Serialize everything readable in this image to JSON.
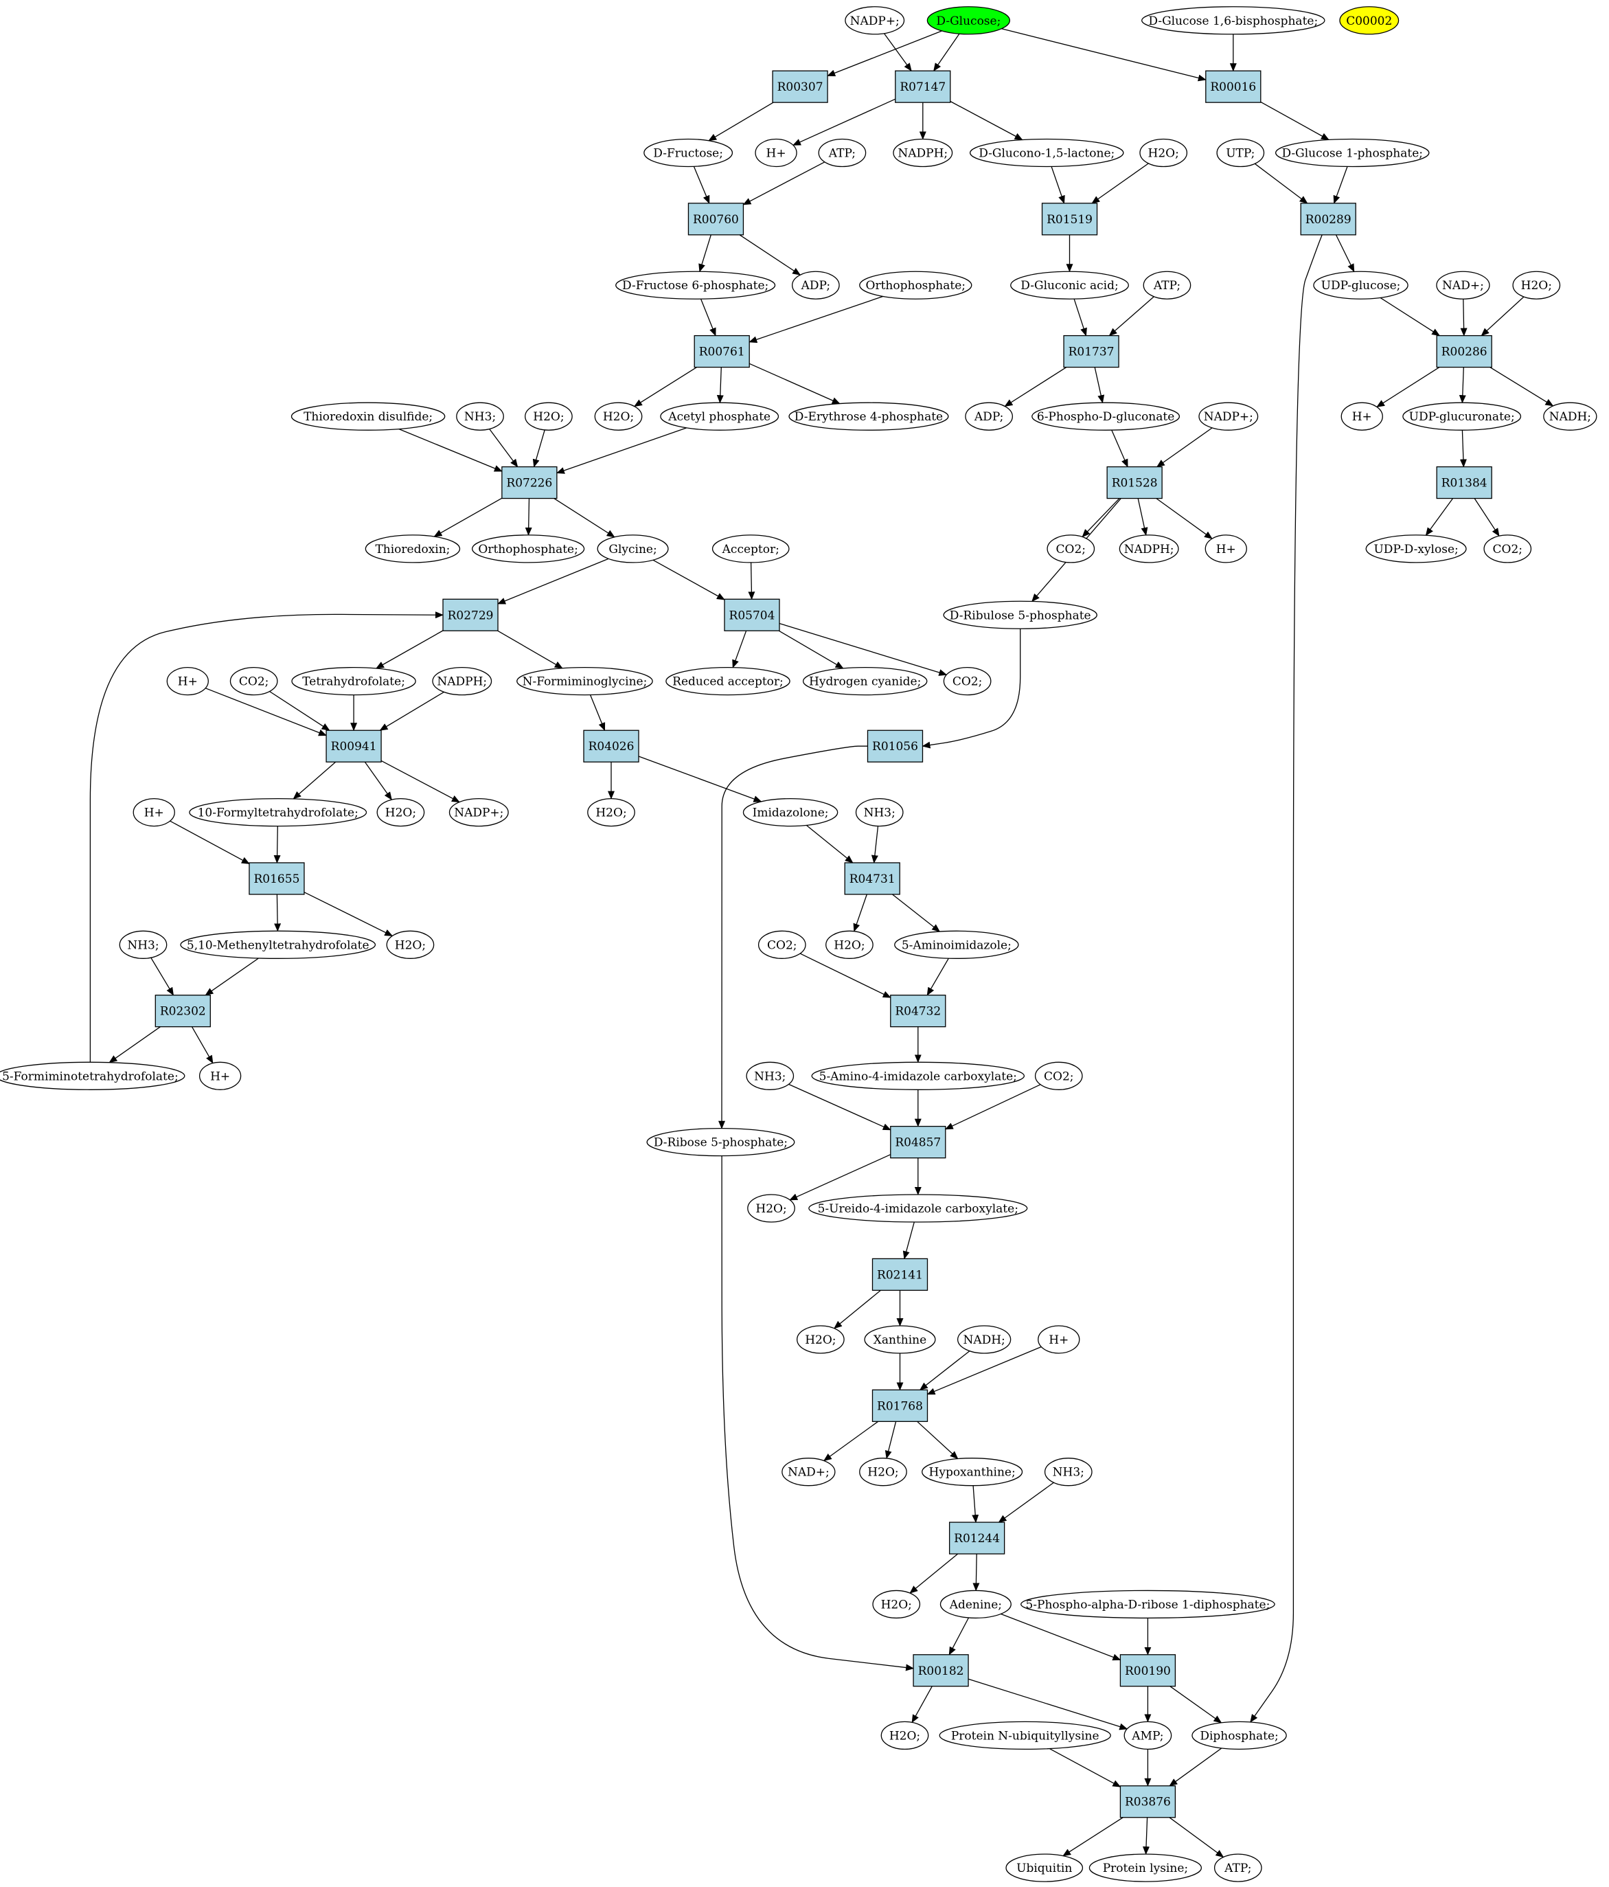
{
  "colors": {
    "reaction_fill": "#add8e6",
    "compound_fill": "#ffffff",
    "start_fill": "#00ff00",
    "query_fill": "#ffff00",
    "stroke": "#000000"
  },
  "reactions": [
    {
      "id": "R00307",
      "label": "R00307"
    },
    {
      "id": "R07147",
      "label": "R07147"
    },
    {
      "id": "R00016",
      "label": "R00016"
    },
    {
      "id": "R00760",
      "label": "R00760"
    },
    {
      "id": "R01519",
      "label": "R01519"
    },
    {
      "id": "R00289",
      "label": "R00289"
    },
    {
      "id": "R00761",
      "label": "R00761"
    },
    {
      "id": "R01737",
      "label": "R01737"
    },
    {
      "id": "R00286",
      "label": "R00286"
    },
    {
      "id": "R07226",
      "label": "R07226"
    },
    {
      "id": "R01528",
      "label": "R01528"
    },
    {
      "id": "R01384",
      "label": "R01384"
    },
    {
      "id": "R02729",
      "label": "R02729"
    },
    {
      "id": "R05704",
      "label": "R05704"
    },
    {
      "id": "R00941",
      "label": "R00941"
    },
    {
      "id": "R04026",
      "label": "R04026"
    },
    {
      "id": "R01056",
      "label": "R01056"
    },
    {
      "id": "R01655",
      "label": "R01655"
    },
    {
      "id": "R04731",
      "label": "R04731"
    },
    {
      "id": "R02302",
      "label": "R02302"
    },
    {
      "id": "R04732",
      "label": "R04732"
    },
    {
      "id": "R04857",
      "label": "R04857"
    },
    {
      "id": "R02141",
      "label": "R02141"
    },
    {
      "id": "R01768",
      "label": "R01768"
    },
    {
      "id": "R01244",
      "label": "R01244"
    },
    {
      "id": "R00182",
      "label": "R00182"
    },
    {
      "id": "R00190",
      "label": "R00190"
    },
    {
      "id": "R03876",
      "label": "R03876"
    }
  ],
  "compounds": [
    {
      "id": "nadp_top",
      "label": "NADP+;"
    },
    {
      "id": "dglucose",
      "label": "D-Glucose;",
      "style": "start"
    },
    {
      "id": "dglc16bp",
      "label": "D-Glucose 1,6-bisphosphate;"
    },
    {
      "id": "c00002",
      "label": "C00002",
      "style": "query"
    },
    {
      "id": "dfructose",
      "label": "D-Fructose;"
    },
    {
      "id": "h_a",
      "label": "H+"
    },
    {
      "id": "atp_a",
      "label": "ATP;"
    },
    {
      "id": "nadph_a",
      "label": "NADPH;"
    },
    {
      "id": "glucono",
      "label": "D-Glucono-1,5-lactone;"
    },
    {
      "id": "h2o_a",
      "label": "H2O;"
    },
    {
      "id": "utp",
      "label": "UTP;"
    },
    {
      "id": "glc1p",
      "label": "D-Glucose 1-phosphate;"
    },
    {
      "id": "fru6p",
      "label": "D-Fructose 6-phosphate;"
    },
    {
      "id": "adp_a",
      "label": "ADP;"
    },
    {
      "id": "ortho_a",
      "label": "Orthophosphate;"
    },
    {
      "id": "gluconic",
      "label": "D-Gluconic acid;"
    },
    {
      "id": "atp_b",
      "label": "ATP;"
    },
    {
      "id": "udpglc",
      "label": "UDP-glucose;"
    },
    {
      "id": "nad_a",
      "label": "NAD+;"
    },
    {
      "id": "h2o_b",
      "label": "H2O;"
    },
    {
      "id": "trxss",
      "label": "Thioredoxin disulfide;"
    },
    {
      "id": "nh3_a",
      "label": "NH3;"
    },
    {
      "id": "h2o_c",
      "label": "H2O;"
    },
    {
      "id": "h2o_d",
      "label": "H2O;"
    },
    {
      "id": "acetylp",
      "label": "Acetyl phosphate"
    },
    {
      "id": "ery4p",
      "label": "D-Erythrose 4-phosphate"
    },
    {
      "id": "adp_b",
      "label": "ADP;"
    },
    {
      "id": "pgluconate",
      "label": "6-Phospho-D-gluconate"
    },
    {
      "id": "nadp_b",
      "label": "NADP+;"
    },
    {
      "id": "h_b",
      "label": "H+"
    },
    {
      "id": "udpglcua",
      "label": "UDP-glucuronate;"
    },
    {
      "id": "nadh_a",
      "label": "NADH;"
    },
    {
      "id": "trx",
      "label": "Thioredoxin;"
    },
    {
      "id": "ortho_b",
      "label": "Orthophosphate;"
    },
    {
      "id": "glycine",
      "label": "Glycine;"
    },
    {
      "id": "acceptor",
      "label": "Acceptor;"
    },
    {
      "id": "co2_a",
      "label": "CO2;"
    },
    {
      "id": "nadph_b",
      "label": "NADPH;"
    },
    {
      "id": "h_c",
      "label": "H+"
    },
    {
      "id": "udpxyl",
      "label": "UDP-D-xylose;"
    },
    {
      "id": "co2_b",
      "label": "CO2;"
    },
    {
      "id": "ru5p",
      "label": "D-Ribulose 5-phosphate"
    },
    {
      "id": "h_d",
      "label": "H+"
    },
    {
      "id": "co2_c",
      "label": "CO2;"
    },
    {
      "id": "thf",
      "label": "Tetrahydrofolate;"
    },
    {
      "id": "nadph_c",
      "label": "NADPH;"
    },
    {
      "id": "nformgly",
      "label": "N-Formiminoglycine;"
    },
    {
      "id": "redacc",
      "label": "Reduced acceptor;"
    },
    {
      "id": "hcn",
      "label": "Hydrogen cyanide;"
    },
    {
      "id": "co2_d",
      "label": "CO2;"
    },
    {
      "id": "h_e",
      "label": "H+"
    },
    {
      "id": "formylthf",
      "label": "10-Formyltetrahydrofolate;"
    },
    {
      "id": "h2o_e",
      "label": "H2O;"
    },
    {
      "id": "nadp_c",
      "label": "NADP+;"
    },
    {
      "id": "h2o_f",
      "label": "H2O;"
    },
    {
      "id": "imidazolone",
      "label": "Imidazolone;"
    },
    {
      "id": "nh3_b",
      "label": "NH3;"
    },
    {
      "id": "methenylthf",
      "label": "5,10-Methenyltetrahydrofolate"
    },
    {
      "id": "h2o_g",
      "label": "H2O;"
    },
    {
      "id": "h2o_h",
      "label": "H2O;"
    },
    {
      "id": "aminoimid",
      "label": "5-Aminoimidazole;"
    },
    {
      "id": "nh3_c",
      "label": "NH3;"
    },
    {
      "id": "co2_e",
      "label": "CO2;"
    },
    {
      "id": "formiminothf",
      "label": "5-Formiminotetrahydrofolate;"
    },
    {
      "id": "h_f",
      "label": "H+"
    },
    {
      "id": "aicarb",
      "label": "5-Amino-4-imidazole carboxylate;"
    },
    {
      "id": "nh3_d",
      "label": "NH3;"
    },
    {
      "id": "co2_f",
      "label": "CO2;"
    },
    {
      "id": "r5p",
      "label": "D-Ribose 5-phosphate;"
    },
    {
      "id": "h2o_i",
      "label": "H2O;"
    },
    {
      "id": "ureido",
      "label": "5-Ureido-4-imidazole carboxylate;"
    },
    {
      "id": "h2o_j",
      "label": "H2O;"
    },
    {
      "id": "xanthine",
      "label": "Xanthine"
    },
    {
      "id": "nadh_b",
      "label": "NADH;"
    },
    {
      "id": "h_g",
      "label": "H+"
    },
    {
      "id": "nad_b",
      "label": "NAD+;"
    },
    {
      "id": "h2o_k",
      "label": "H2O;"
    },
    {
      "id": "hypoxanthine",
      "label": "Hypoxanthine;"
    },
    {
      "id": "nh3_e",
      "label": "NH3;"
    },
    {
      "id": "h2o_l",
      "label": "H2O;"
    },
    {
      "id": "adenine",
      "label": "Adenine;"
    },
    {
      "id": "prpp",
      "label": "5-Phospho-alpha-D-ribose 1-diphosphate;"
    },
    {
      "id": "h2o_m",
      "label": "H2O;"
    },
    {
      "id": "protubq",
      "label": "Protein N-ubiquityllysine"
    },
    {
      "id": "amp",
      "label": "AMP;"
    },
    {
      "id": "diphosphate",
      "label": "Diphosphate;"
    },
    {
      "id": "ubiquitin",
      "label": "Ubiquitin"
    },
    {
      "id": "protlys",
      "label": "Protein lysine;"
    },
    {
      "id": "atp_c",
      "label": "ATP;"
    }
  ],
  "edges": [
    [
      "dglucose",
      "R00307"
    ],
    [
      "dglucose",
      "R07147"
    ],
    [
      "nadp_top",
      "R07147"
    ],
    [
      "dglucose",
      "R00016"
    ],
    [
      "dglc16bp",
      "R00016"
    ],
    [
      "R00307",
      "dfructose"
    ],
    [
      "R07147",
      "h_a"
    ],
    [
      "R07147",
      "nadph_a"
    ],
    [
      "R07147",
      "glucono"
    ],
    [
      "R00016",
      "glc1p"
    ],
    [
      "dfructose",
      "R00760"
    ],
    [
      "atp_a",
      "R00760"
    ],
    [
      "glucono",
      "R01519"
    ],
    [
      "h2o_a",
      "R01519"
    ],
    [
      "utp",
      "R00289"
    ],
    [
      "glc1p",
      "R00289"
    ],
    [
      "R00760",
      "fru6p"
    ],
    [
      "R00760",
      "adp_a"
    ],
    [
      "R01519",
      "gluconic"
    ],
    [
      "R00289",
      "udpglc"
    ],
    [
      "R00289",
      "diphosphate"
    ],
    [
      "fru6p",
      "R00761"
    ],
    [
      "ortho_a",
      "R00761"
    ],
    [
      "gluconic",
      "R01737"
    ],
    [
      "atp_b",
      "R01737"
    ],
    [
      "udpglc",
      "R00286"
    ],
    [
      "nad_a",
      "R00286"
    ],
    [
      "h2o_b",
      "R00286"
    ],
    [
      "R00761",
      "h2o_d"
    ],
    [
      "R00761",
      "acetylp"
    ],
    [
      "R00761",
      "ery4p"
    ],
    [
      "R01737",
      "adp_b"
    ],
    [
      "R01737",
      "pgluconate"
    ],
    [
      "R00286",
      "h_b"
    ],
    [
      "R00286",
      "udpglcua"
    ],
    [
      "R00286",
      "nadh_a"
    ],
    [
      "trxss",
      "R07226"
    ],
    [
      "nh3_a",
      "R07226"
    ],
    [
      "h2o_c",
      "R07226"
    ],
    [
      "acetylp",
      "R07226"
    ],
    [
      "pgluconate",
      "R01528"
    ],
    [
      "nadp_b",
      "R01528"
    ],
    [
      "udpglcua",
      "R01384"
    ],
    [
      "R07226",
      "trx"
    ],
    [
      "R07226",
      "ortho_b"
    ],
    [
      "R07226",
      "glycine"
    ],
    [
      "R01528",
      "co2_a"
    ],
    [
      "R01528",
      "nadph_b"
    ],
    [
      "R01528",
      "h_c"
    ],
    [
      "R01528",
      "ru5p"
    ],
    [
      "R01384",
      "udpxyl"
    ],
    [
      "R01384",
      "co2_b"
    ],
    [
      "glycine",
      "R02729"
    ],
    [
      "glycine",
      "R05704"
    ],
    [
      "acceptor",
      "R05704"
    ],
    [
      "formiminothf",
      "R02729"
    ],
    [
      "R02729",
      "thf"
    ],
    [
      "R02729",
      "nformgly"
    ],
    [
      "R05704",
      "redacc"
    ],
    [
      "R05704",
      "hcn"
    ],
    [
      "R05704",
      "co2_d"
    ],
    [
      "h_d",
      "R00941"
    ],
    [
      "co2_c",
      "R00941"
    ],
    [
      "thf",
      "R00941"
    ],
    [
      "nadph_c",
      "R00941"
    ],
    [
      "nformgly",
      "R04026"
    ],
    [
      "ru5p",
      "R01056"
    ],
    [
      "R00941",
      "formylthf"
    ],
    [
      "R00941",
      "h2o_e"
    ],
    [
      "R00941",
      "nadp_c"
    ],
    [
      "R04026",
      "h2o_f"
    ],
    [
      "R04026",
      "imidazolone"
    ],
    [
      "R01056",
      "r5p"
    ],
    [
      "h_e",
      "R01655"
    ],
    [
      "formylthf",
      "R01655"
    ],
    [
      "imidazolone",
      "R04731"
    ],
    [
      "nh3_b",
      "R04731"
    ],
    [
      "R01655",
      "methenylthf"
    ],
    [
      "R01655",
      "h2o_g"
    ],
    [
      "R04731",
      "h2o_h"
    ],
    [
      "R04731",
      "aminoimid"
    ],
    [
      "nh3_c",
      "R02302"
    ],
    [
      "methenylthf",
      "R02302"
    ],
    [
      "co2_e",
      "R04732"
    ],
    [
      "aminoimid",
      "R04732"
    ],
    [
      "R02302",
      "formiminothf"
    ],
    [
      "R02302",
      "h_f"
    ],
    [
      "R04732",
      "aicarb"
    ],
    [
      "nh3_d",
      "R04857"
    ],
    [
      "aicarb",
      "R04857"
    ],
    [
      "co2_f",
      "R04857"
    ],
    [
      "R04857",
      "h2o_i"
    ],
    [
      "R04857",
      "ureido"
    ],
    [
      "ureido",
      "R02141"
    ],
    [
      "R02141",
      "h2o_j"
    ],
    [
      "R02141",
      "xanthine"
    ],
    [
      "xanthine",
      "R01768"
    ],
    [
      "nadh_b",
      "R01768"
    ],
    [
      "h_g",
      "R01768"
    ],
    [
      "R01768",
      "nad_b"
    ],
    [
      "R01768",
      "h2o_k"
    ],
    [
      "R01768",
      "hypoxanthine"
    ],
    [
      "hypoxanthine",
      "R01244"
    ],
    [
      "nh3_e",
      "R01244"
    ],
    [
      "R01244",
      "h2o_l"
    ],
    [
      "R01244",
      "adenine"
    ],
    [
      "adenine",
      "R00182"
    ],
    [
      "r5p",
      "R00182"
    ],
    [
      "adenine",
      "R00190"
    ],
    [
      "prpp",
      "R00190"
    ],
    [
      "R00182",
      "h2o_m"
    ],
    [
      "R00182",
      "amp"
    ],
    [
      "R00190",
      "amp"
    ],
    [
      "R00190",
      "diphosphate"
    ],
    [
      "protubq",
      "R03876"
    ],
    [
      "amp",
      "R03876"
    ],
    [
      "diphosphate",
      "R03876"
    ],
    [
      "R03876",
      "ubiquitin"
    ],
    [
      "R03876",
      "protlys"
    ],
    [
      "R03876",
      "atp_c"
    ]
  ]
}
